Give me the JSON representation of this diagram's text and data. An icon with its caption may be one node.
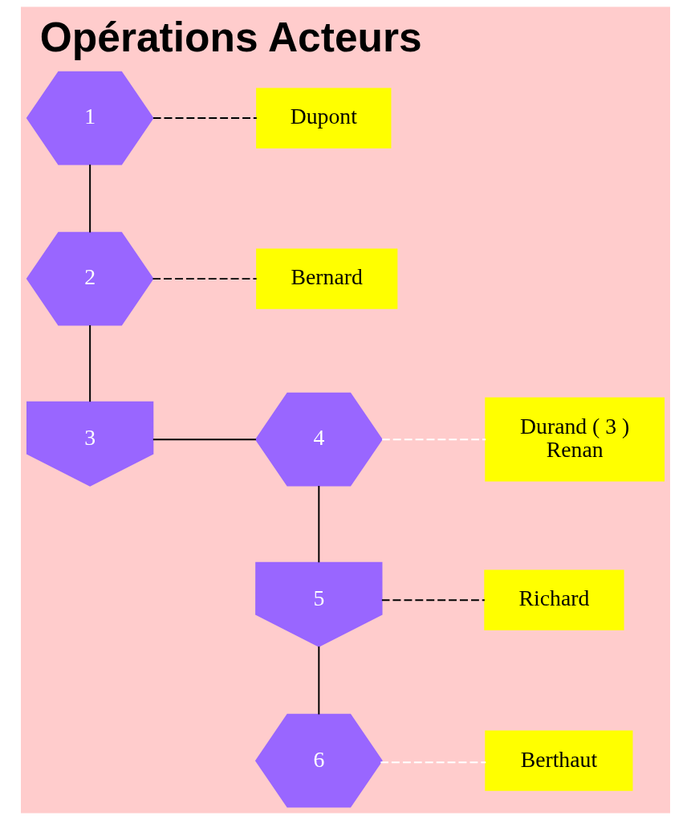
{
  "diagram": {
    "title": "Opérations Acteurs",
    "nodes": [
      {
        "text": [
          "1"
        ]
      },
      {
        "text": [
          "2"
        ]
      },
      {
        "text": [
          "3"
        ]
      },
      {
        "text": [
          "4"
        ]
      },
      {
        "text": [
          "5"
        ]
      },
      {
        "text": [
          "6"
        ]
      },
      {
        "text": [
          "Dupont"
        ]
      },
      {
        "text": [
          "Bernard"
        ]
      },
      {
        "text": [
          "Durand ( 3 )",
          "Renan"
        ]
      },
      {
        "text": [
          "Richard"
        ]
      },
      {
        "text": [
          "Berthaut"
        ]
      }
    ],
    "edges": [
      {
        "from": 0,
        "to": 1,
        "arrow": "none"
      },
      {
        "from": 1,
        "to": 2,
        "arrow": "none"
      },
      {
        "from": 2,
        "to": 3,
        "arrow": "none"
      },
      {
        "from": 3,
        "to": 4,
        "arrow": "none"
      },
      {
        "from": 4,
        "to": 5,
        "arrow": "none"
      },
      {
        "from": 0,
        "to": 6,
        "arrow": "none",
        "style": "dashed"
      },
      {
        "from": 1,
        "to": 7,
        "arrow": "none",
        "style": "dashed"
      },
      {
        "from": 3,
        "to": 8,
        "arrow": "none",
        "style": "dashed",
        "color": "#ffffff"
      },
      {
        "from": 4,
        "to": 9,
        "arrow": "none",
        "style": "dashed"
      },
      {
        "from": 5,
        "to": 10,
        "arrow": "none",
        "style": "dashed",
        "color": "#ffffff"
      }
    ]
  }
}
